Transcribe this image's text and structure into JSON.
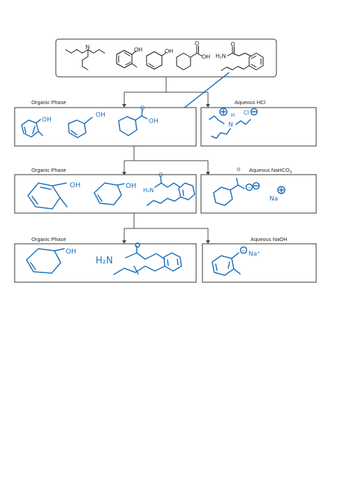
{
  "start": {
    "structures": [
      "tripropylamine",
      "2-methylphenol",
      "cyclohex-2-en-1-ol",
      "cyclohexanecarboxylic acid",
      "3-(2-pentylphenyl)propanamide"
    ],
    "labels": {
      "oh1": "OH",
      "oh2": "OH",
      "acid_oh": "OH",
      "acid_o": "O",
      "amide_nh2": "H₂N",
      "amide_o": "O"
    }
  },
  "step1": {
    "organic_title": "Organic Phase",
    "aqueous_title": "Aqueous HCl",
    "organic_notes": {
      "oh_a": "OH",
      "oh_b": "OH",
      "oh_c": "OH",
      "o_c": "O"
    },
    "aqueous_notes": {
      "h": "H",
      "n": "N",
      "cl": "Cl"
    }
  },
  "step2": {
    "organic_title": "Organic Phase",
    "aqueous_title_main": "Aqueous NaHCO",
    "aqueous_title_sub": "3",
    "organic_notes": {
      "oh_a": "OH",
      "oh_b": "OH",
      "h2n": "H₂N",
      "o": "O"
    },
    "aqueous_notes": {
      "o_top": "O",
      "na": "Na",
      "minus": "−",
      "plus": "+"
    }
  },
  "step3": {
    "organic_title": "Organic Phase",
    "aqueous_title": "Aqueous NaOH",
    "organic_notes": {
      "oh": "OH",
      "h2n": "H₂N",
      "o": "O"
    },
    "aqueous_notes": {
      "minus": "−",
      "na": "Na⁺"
    }
  },
  "colors": {
    "ink": "#1f6fb8",
    "line": "#333333"
  }
}
